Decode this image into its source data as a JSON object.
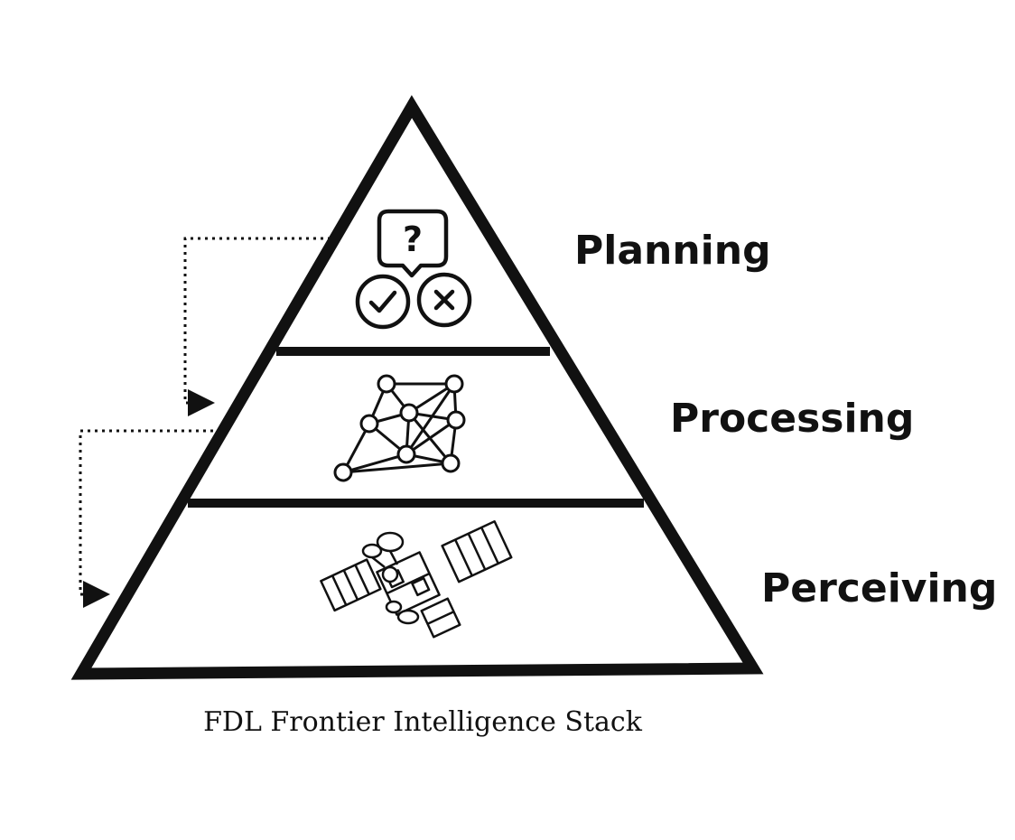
{
  "tiers": [
    {
      "label": "Planning",
      "icon": "decision-question-icon"
    },
    {
      "label": "Processing",
      "icon": "network-graph-icon"
    },
    {
      "label": "Perceiving",
      "icon": "satellite-icon"
    }
  ],
  "caption": "FDL Frontier Intelligence Stack",
  "icons": {
    "question_mark": "?",
    "check": "check-icon",
    "cross": "cross-icon"
  },
  "colors": {
    "stroke": "#111111",
    "background": "#ffffff"
  }
}
